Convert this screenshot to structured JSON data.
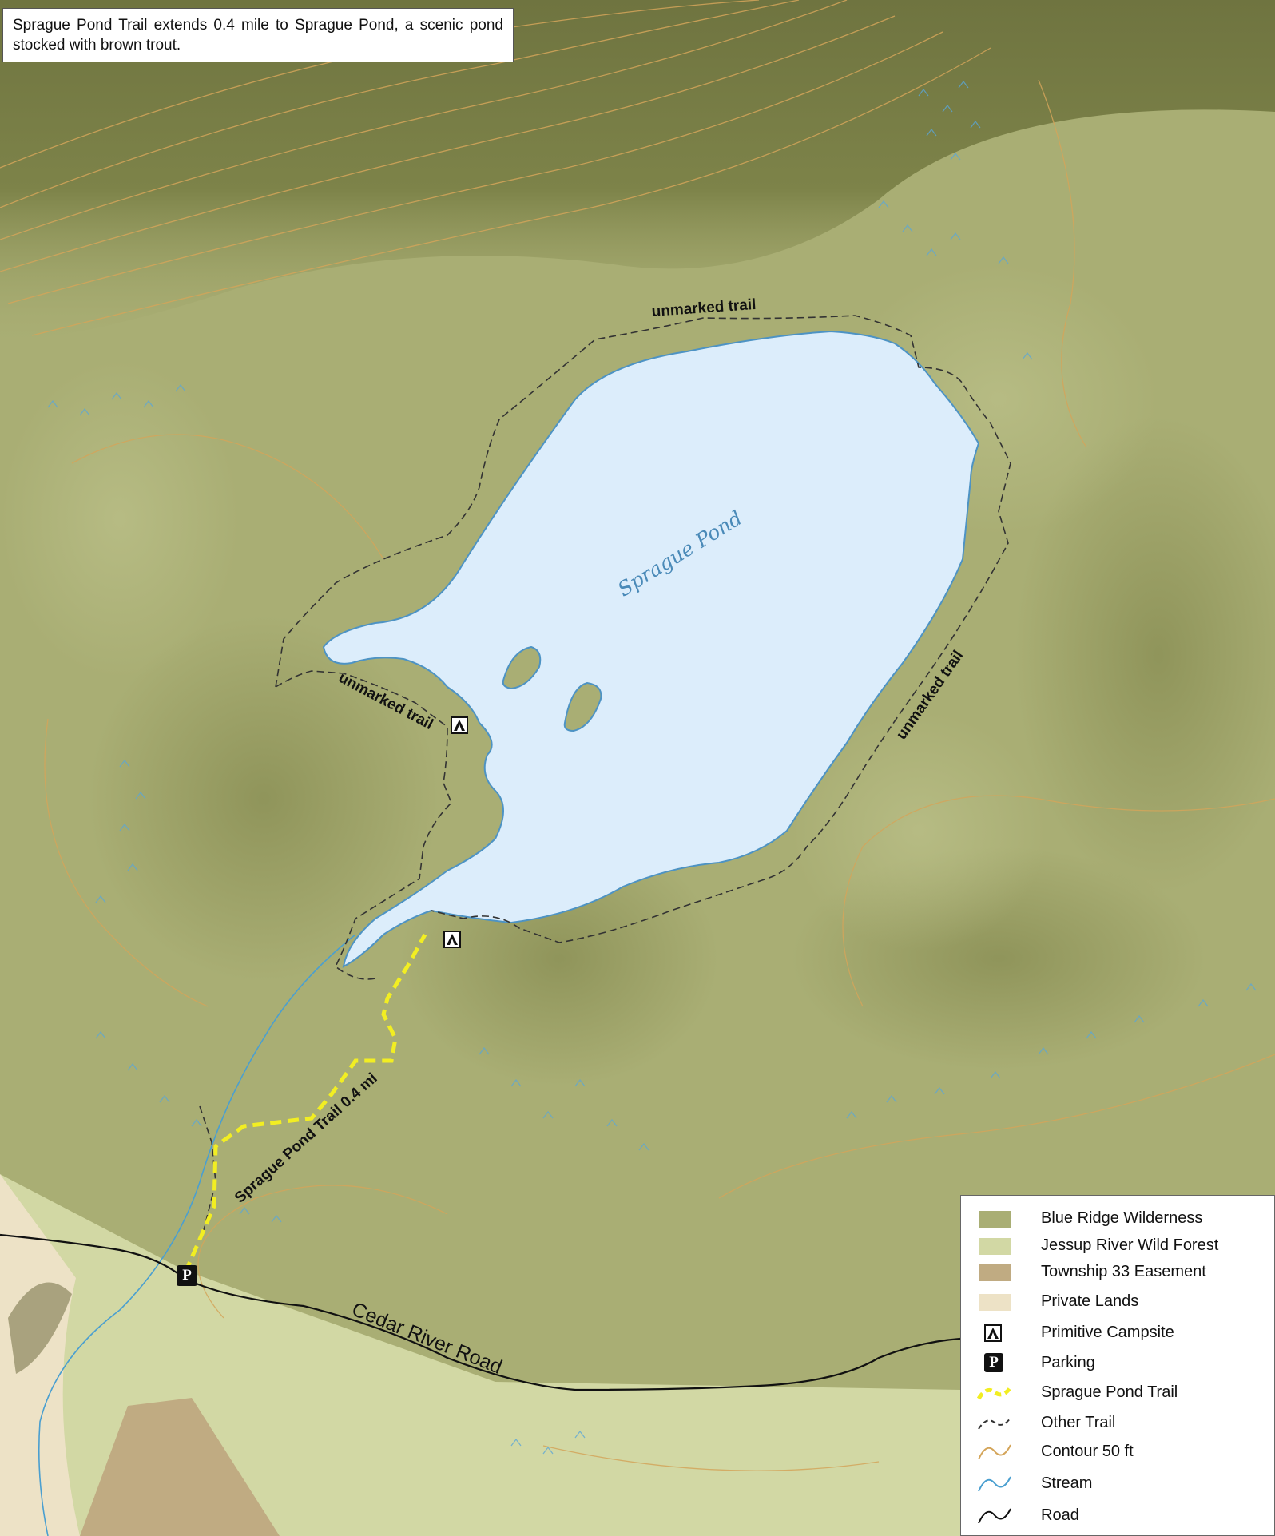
{
  "info_box": {
    "text": "Sprague Pond Trail extends 0.4 mile to Sprague Pond, a scenic pond stocked with brown trout."
  },
  "map_labels": {
    "pond": "Sprague Pond",
    "unmarked_trail_top": "unmarked trail",
    "unmarked_trail_left": "unmarked trail",
    "unmarked_trail_right": "unmarked trail",
    "sprague_trail": "Sprague Pond Trail 0.4 mi",
    "road": "Cedar River Road"
  },
  "legend": {
    "items": [
      {
        "label": "Blue Ridge Wilderness",
        "kind": "swatch",
        "color": "#a9ae74"
      },
      {
        "label": "Jessup River Wild Forest",
        "kind": "swatch",
        "color": "#d2d8a4"
      },
      {
        "label": "Township 33 Easement",
        "kind": "swatch",
        "color": "#c0ab82"
      },
      {
        "label": "Private Lands",
        "kind": "swatch",
        "color": "#ede2c6"
      },
      {
        "label": "Primitive Campsite",
        "kind": "campsite-icon"
      },
      {
        "label": "Parking",
        "kind": "parking-icon"
      },
      {
        "label": "Sprague Pond Trail",
        "kind": "trail-line",
        "color": "#f2ee22"
      },
      {
        "label": "Other Trail",
        "kind": "dash-line",
        "color": "#333333"
      },
      {
        "label": "Contour 50 ft",
        "kind": "contour-line",
        "color": "#d4a55a"
      },
      {
        "label": "Stream",
        "kind": "stream-line",
        "color": "#4a9fd0"
      },
      {
        "label": "Road",
        "kind": "road-line",
        "color": "#111111"
      }
    ]
  },
  "icons": {
    "campsite_glyph": "▲",
    "parking_glyph": "P"
  },
  "colors": {
    "wilderness": "#a9ae74",
    "wild_forest": "#d2d8a4",
    "easement": "#c0ab82",
    "private": "#ede2c6",
    "water": "#dcedfb",
    "shore": "#4d93c4",
    "trail": "#f2ee22"
  }
}
